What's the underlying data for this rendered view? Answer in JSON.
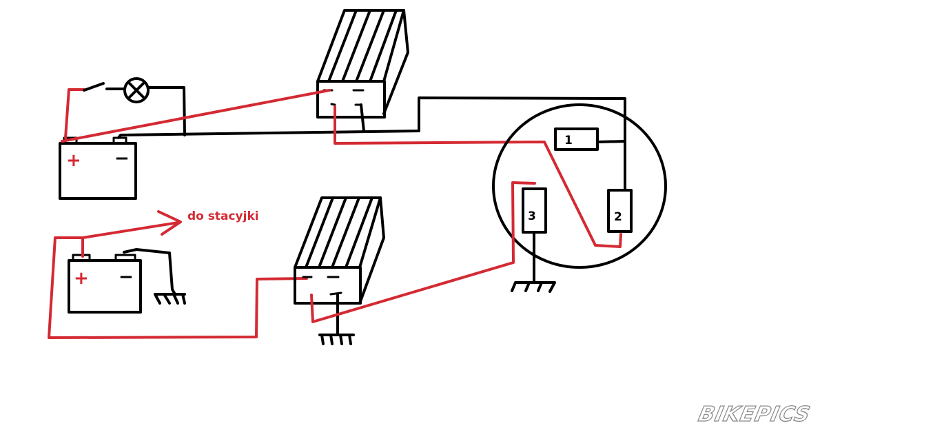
{
  "labels": {
    "note_ignition": "do stacyjki",
    "terminal_1": "1",
    "terminal_2": "2",
    "terminal_3": "3",
    "plus_sign": "+",
    "minus_sign": "−"
  },
  "watermark": "BIKEPICS",
  "colors": {
    "wire_black": "#000000",
    "wire_red": "#d42a33",
    "watermark": "#8a8a8a"
  }
}
